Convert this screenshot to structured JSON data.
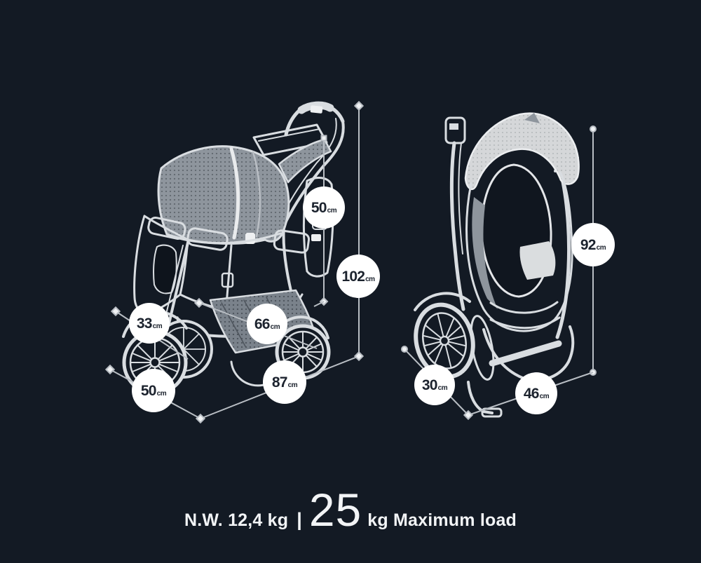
{
  "title": "Pet stroller dimensions infographic",
  "colors": {
    "background": "#131a24",
    "line_art": "#d9dde1",
    "measure_line": "#b9bec4",
    "badge_background": "#ffffff",
    "badge_text": "#1c232e",
    "canopy_gray": "#8e959d",
    "folded_canopy_gray": "#d5d7d9"
  },
  "dimensions": {
    "open_view": [
      {
        "id": "canopy-to-handle-height",
        "value": "50",
        "unit": "cm"
      },
      {
        "id": "total-height",
        "value": "102",
        "unit": "cm"
      },
      {
        "id": "front-width",
        "value": "33",
        "unit": "cm"
      },
      {
        "id": "inner-length",
        "value": "66",
        "unit": "cm"
      },
      {
        "id": "track-width",
        "value": "50",
        "unit": "cm"
      },
      {
        "id": "total-length",
        "value": "87",
        "unit": "cm"
      }
    ],
    "folded_view": [
      {
        "id": "folded-height",
        "value": "92",
        "unit": "cm"
      },
      {
        "id": "folded-width",
        "value": "30",
        "unit": "cm"
      },
      {
        "id": "folded-depth",
        "value": "46",
        "unit": "cm"
      }
    ]
  },
  "footer": {
    "net_weight": "N.W. 12,4 kg",
    "separator": "|",
    "max_load_value": "25",
    "max_load_label": "kg Maximum load"
  }
}
